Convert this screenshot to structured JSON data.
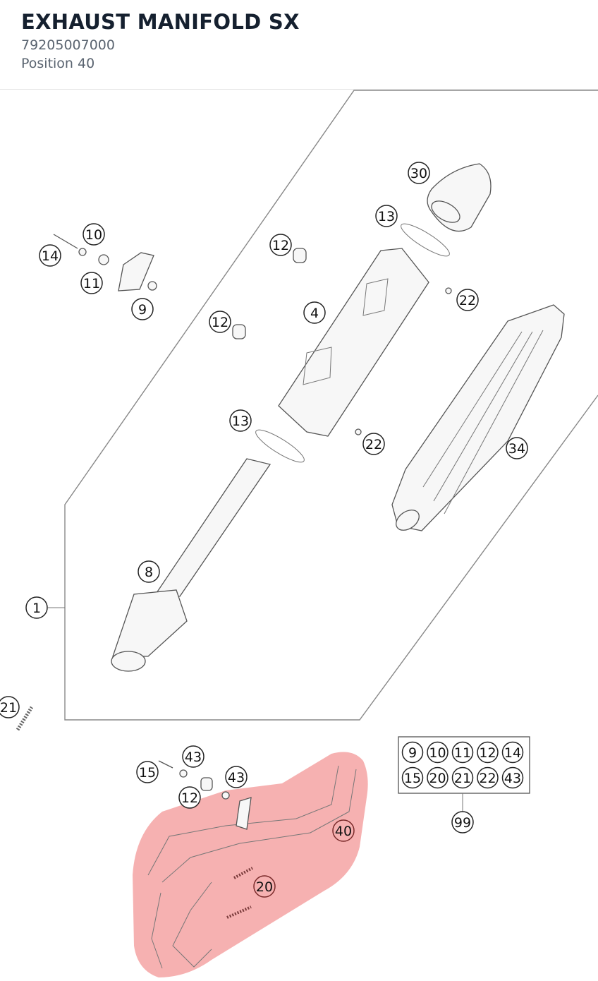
{
  "header": {
    "title": "EXHAUST MANIFOLD SX",
    "part_number": "79205007000",
    "position": "Position 40"
  },
  "diagram": {
    "highlight_color": "#f5a3a3",
    "labels": [
      {
        "id": "l30",
        "text": "30"
      },
      {
        "id": "l13a",
        "text": "13"
      },
      {
        "id": "l10",
        "text": "10"
      },
      {
        "id": "l14",
        "text": "14"
      },
      {
        "id": "l11",
        "text": "11"
      },
      {
        "id": "l9",
        "text": "9"
      },
      {
        "id": "l12a",
        "text": "12"
      },
      {
        "id": "l4",
        "text": "4"
      },
      {
        "id": "l22a",
        "text": "22"
      },
      {
        "id": "l12b",
        "text": "12"
      },
      {
        "id": "l13b",
        "text": "13"
      },
      {
        "id": "l22b",
        "text": "22"
      },
      {
        "id": "l34",
        "text": "34"
      },
      {
        "id": "l8",
        "text": "8"
      },
      {
        "id": "l1",
        "text": "1"
      },
      {
        "id": "l21",
        "text": "21"
      },
      {
        "id": "l43a",
        "text": "43"
      },
      {
        "id": "l15",
        "text": "15"
      },
      {
        "id": "l43b",
        "text": "43"
      },
      {
        "id": "l12c",
        "text": "12"
      },
      {
        "id": "l40",
        "text": "40"
      },
      {
        "id": "l20",
        "text": "20"
      },
      {
        "id": "l99",
        "text": "99"
      }
    ],
    "kit": {
      "row1": [
        "9",
        "10",
        "11",
        "12",
        "14"
      ],
      "row2": [
        "15",
        "20",
        "21",
        "22",
        "43"
      ]
    }
  }
}
